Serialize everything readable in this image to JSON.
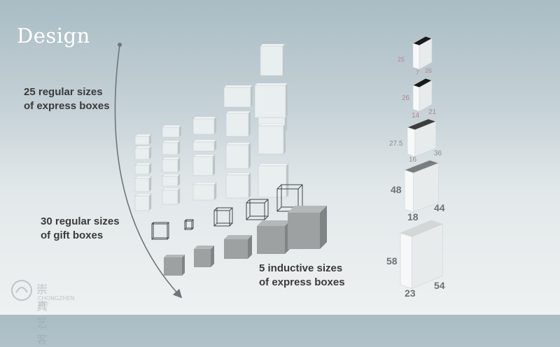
{
  "slide": {
    "title": "Design",
    "labels": {
      "express": [
        "25  regular sizes",
        "of express boxes"
      ],
      "gift": [
        "30 regular sizes",
        "of gift boxes"
      ],
      "inductive": [
        "5 inductive sizes",
        "of express boxes"
      ]
    }
  },
  "inductive_boxes": [
    {
      "height": "25",
      "width": "7",
      "depth": "26"
    },
    {
      "height": "26",
      "width": "14",
      "depth": "21"
    },
    {
      "height": "27.5",
      "width": "16",
      "depth": "36"
    },
    {
      "height": "48",
      "width": "18",
      "depth": "44"
    },
    {
      "height": "58",
      "width": "23",
      "depth": "54"
    }
  ],
  "watermark": {
    "name": "崇真艺客",
    "url": "CHONGZHEN ART"
  },
  "colors": {
    "background_top": "#a9bcc4",
    "background_bottom": "#eef1f1",
    "text": "#3a3a3a",
    "title": "#ffffff"
  }
}
